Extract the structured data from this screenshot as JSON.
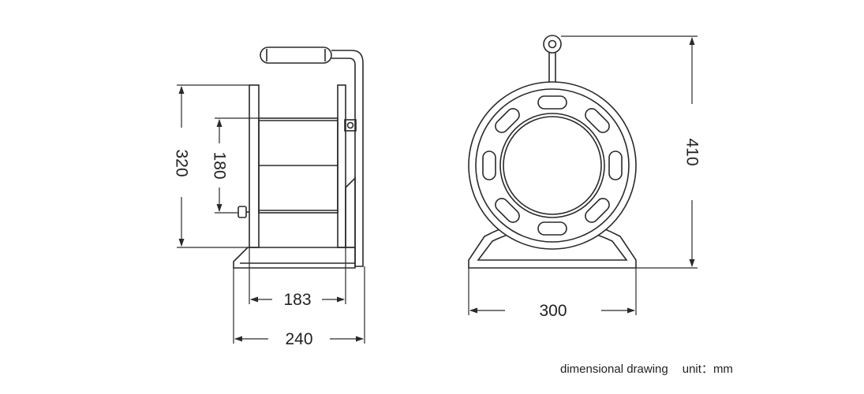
{
  "dimensions": {
    "side_height": "320",
    "drum_diameter": "180",
    "drum_width": "183",
    "base_width": "240",
    "front_width": "300",
    "front_height": "410"
  },
  "caption": {
    "title": "dimensional drawing",
    "unit_label": "unit：",
    "unit_value": "mm"
  },
  "colors": {
    "line": "#2a2a2a",
    "text": "#222222"
  }
}
